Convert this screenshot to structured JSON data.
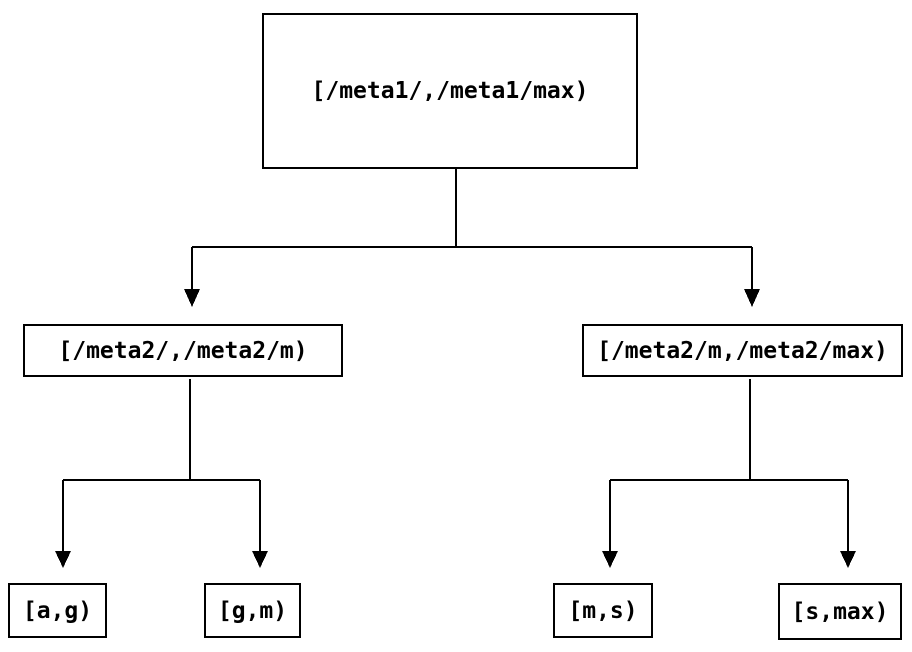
{
  "diagram": {
    "type": "tree",
    "nodes": {
      "root": {
        "label": "[/meta1/,/meta1/max)"
      },
      "left_child": {
        "label": "[/meta2/,/meta2/m)"
      },
      "right_child": {
        "label": "[/meta2/m,/meta2/max)"
      },
      "leaf_ag": {
        "label": "[a,g)"
      },
      "leaf_gm": {
        "label": "[g,m)"
      },
      "leaf_ms": {
        "label": "[m,s)"
      },
      "leaf_smax": {
        "label": "[s,max)"
      }
    },
    "edges": [
      {
        "from": "root",
        "to": "left_child"
      },
      {
        "from": "root",
        "to": "right_child"
      },
      {
        "from": "left_child",
        "to": "leaf_ag"
      },
      {
        "from": "left_child",
        "to": "leaf_gm"
      },
      {
        "from": "right_child",
        "to": "leaf_ms"
      },
      {
        "from": "right_child",
        "to": "leaf_smax"
      }
    ],
    "colors": {
      "line": "#000000",
      "text": "#000000",
      "background": "#ffffff",
      "node_fill": "#ffffff"
    }
  }
}
